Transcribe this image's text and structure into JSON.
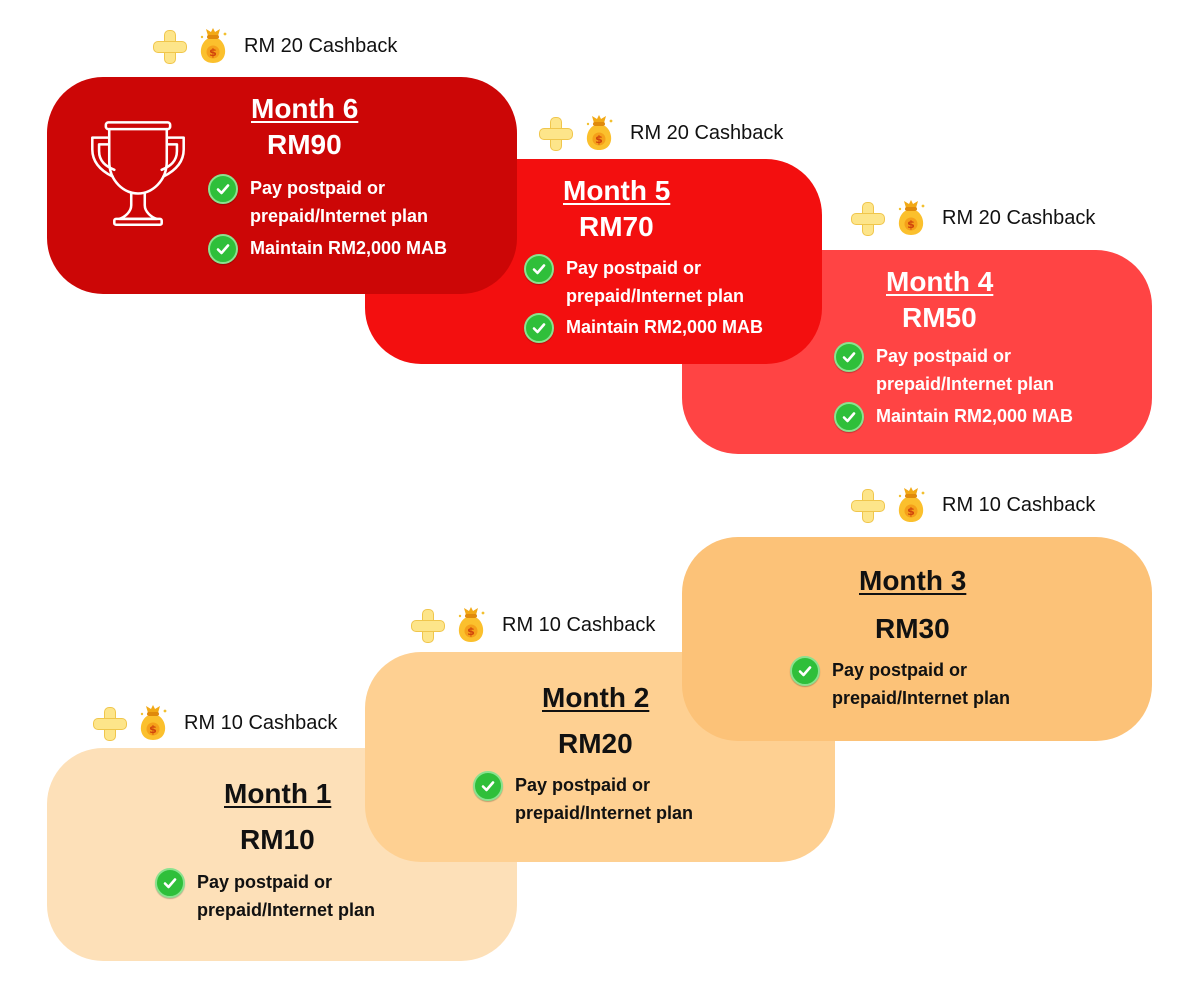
{
  "colors": {
    "month6": "#cc0606",
    "month5": "#f30f0f",
    "month4": "#ff4444",
    "month3": "#fcc278",
    "month2": "#fed092",
    "month1": "#fde0b8",
    "check_green": "#2fbf3a"
  },
  "months": [
    {
      "title": "Month 1",
      "amount": "RM10",
      "bonus": "RM 10 Cashback",
      "requirements": [
        "Pay postpaid or",
        "prepaid/Internet plan"
      ]
    },
    {
      "title": "Month 2",
      "amount": "RM20",
      "bonus": "RM 10 Cashback",
      "requirements": [
        "Pay postpaid or",
        "prepaid/Internet plan"
      ]
    },
    {
      "title": "Month 3",
      "amount": "RM30",
      "bonus": "RM 10 Cashback",
      "requirements": [
        "Pay postpaid or",
        "prepaid/Internet plan"
      ]
    },
    {
      "title": "Month 4",
      "amount": "RM50",
      "bonus": "RM 20 Cashback",
      "requirements": [
        "Pay postpaid or",
        "prepaid/Internet plan",
        "Maintain RM2,000 MAB"
      ]
    },
    {
      "title": "Month 5",
      "amount": "RM70",
      "bonus": "RM 20 Cashback",
      "requirements": [
        "Pay postpaid or",
        "prepaid/Internet plan",
        "Maintain RM2,000 MAB"
      ]
    },
    {
      "title": "Month 6",
      "amount": "RM90",
      "bonus": "RM 20 Cashback",
      "requirements": [
        "Pay postpaid or",
        "prepaid/Internet plan",
        "Maintain RM2,000 MAB"
      ]
    }
  ],
  "icons": {
    "bonus_plus": "plus-icon",
    "bonus_bag": "money-bag-icon",
    "check": "check-circle-icon",
    "trophy": "trophy-icon"
  }
}
